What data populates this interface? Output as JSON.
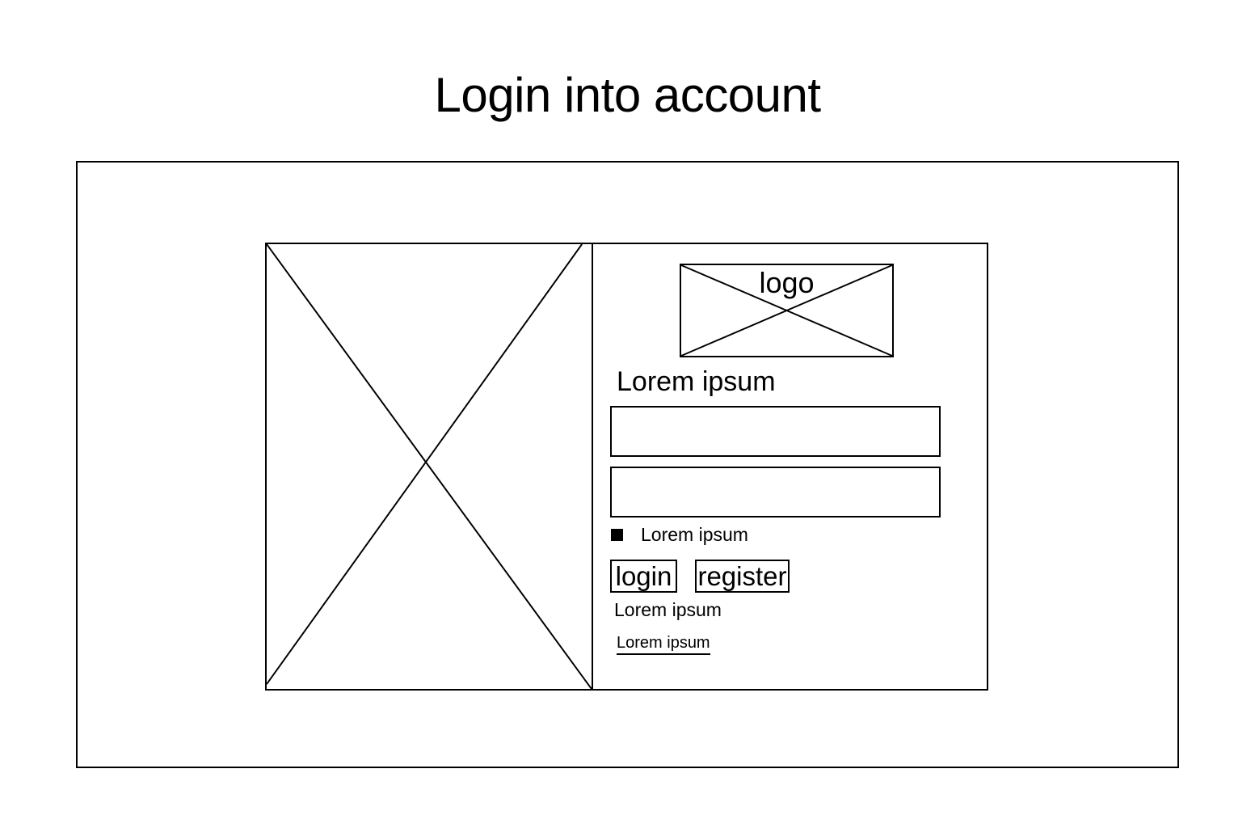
{
  "page": {
    "title": "Login into account"
  },
  "card": {
    "logo": {
      "label": "logo"
    },
    "heading": "Lorem ipsum",
    "fields": [
      {
        "value": "",
        "placeholder": ""
      },
      {
        "value": "",
        "placeholder": ""
      }
    ],
    "checkbox": {
      "label": "Lorem ipsum",
      "checked": true
    },
    "buttons": {
      "login_label": "login",
      "register_label": "register"
    },
    "helper_text": "Lorem ipsum",
    "link_text": "Lorem ipsum"
  },
  "colors": {
    "stroke": "#000000",
    "background": "#ffffff"
  }
}
